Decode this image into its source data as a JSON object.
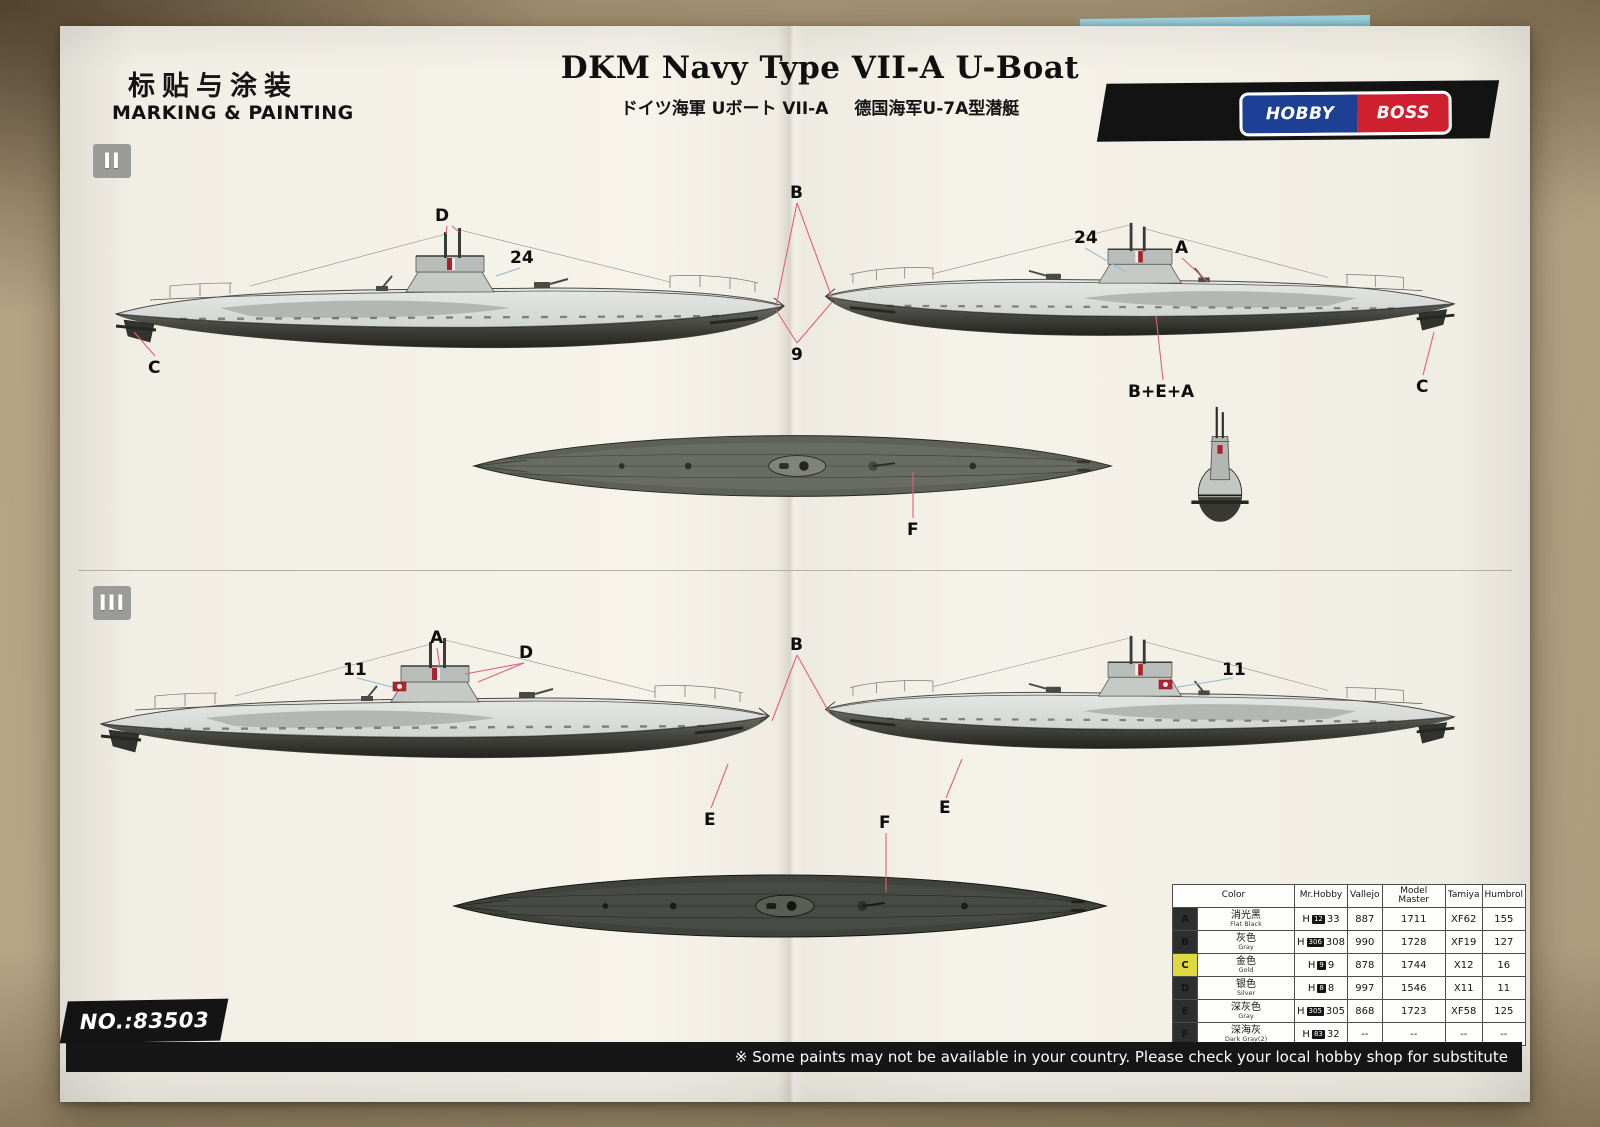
{
  "page": {
    "title_cn": "标贴与涂装",
    "title_en": "MARKING & PAINTING",
    "main_title": "DKM Navy Type VII-A U-Boat",
    "subtitle_jp": "ドイツ海軍 Uボート VII-A",
    "subtitle_cn": "德国海军U-7A型潜艇",
    "brand": {
      "part1": "HOBBY",
      "part2": "BOSS"
    },
    "kit_no": "NO.:83503",
    "footer_note": "※ Some paints may not be available in your country. Please check your local hobby shop for substitute"
  },
  "sections": [
    {
      "marker": "II"
    },
    {
      "marker": "III"
    }
  ],
  "callouts": {
    "s2": [
      "D",
      "24",
      "B",
      "9",
      "C",
      "24",
      "A",
      "B+E+A",
      "C",
      "F"
    ],
    "s3": [
      "11",
      "A",
      "D",
      "B",
      "E",
      "E",
      "11",
      "F"
    ]
  },
  "paint_table": {
    "headers": [
      "Color",
      "Mr.Hobby",
      "Vallejo",
      "Model Master",
      "Tamiya",
      "Humbrol"
    ],
    "rows": [
      {
        "key": "A",
        "name_cn": "消光黑",
        "name_en": "Flat Black",
        "chip": "12",
        "mr_num": "33",
        "vallejo": "887",
        "model_master": "1711",
        "tamiya": "XF62",
        "humbrol": "155",
        "highlight": false
      },
      {
        "key": "B",
        "name_cn": "灰色",
        "name_en": "Gray",
        "chip": "306",
        "mr_num": "308",
        "vallejo": "990",
        "model_master": "1728",
        "tamiya": "XF19",
        "humbrol": "127",
        "highlight": false
      },
      {
        "key": "C",
        "name_cn": "金色",
        "name_en": "Gold",
        "chip": "9",
        "mr_num": "9",
        "vallejo": "878",
        "model_master": "1744",
        "tamiya": "X12",
        "humbrol": "16",
        "highlight": true
      },
      {
        "key": "D",
        "name_cn": "银色",
        "name_en": "Silver",
        "chip": "8",
        "mr_num": "8",
        "vallejo": "997",
        "model_master": "1546",
        "tamiya": "X11",
        "humbrol": "11",
        "highlight": false
      },
      {
        "key": "E",
        "name_cn": "深灰色",
        "name_en": "Gray",
        "chip": "305",
        "mr_num": "305",
        "vallejo": "868",
        "model_master": "1723",
        "tamiya": "XF58",
        "humbrol": "125",
        "highlight": false
      },
      {
        "key": "F",
        "name_cn": "深海灰",
        "name_en": "Dark Gray(2)",
        "chip": "83",
        "mr_num": "32",
        "vallejo": "--",
        "model_master": "--",
        "tamiya": "--",
        "humbrol": "--",
        "highlight": false
      }
    ]
  },
  "colors": {
    "brand_blue": "#1d3f94",
    "brand_red": "#cf2030",
    "flag_red": "#b5242c",
    "highlight_yellow": "#ddd93e",
    "callout_pink": "#e0607e",
    "callout_blue": "#9ab8d4"
  }
}
